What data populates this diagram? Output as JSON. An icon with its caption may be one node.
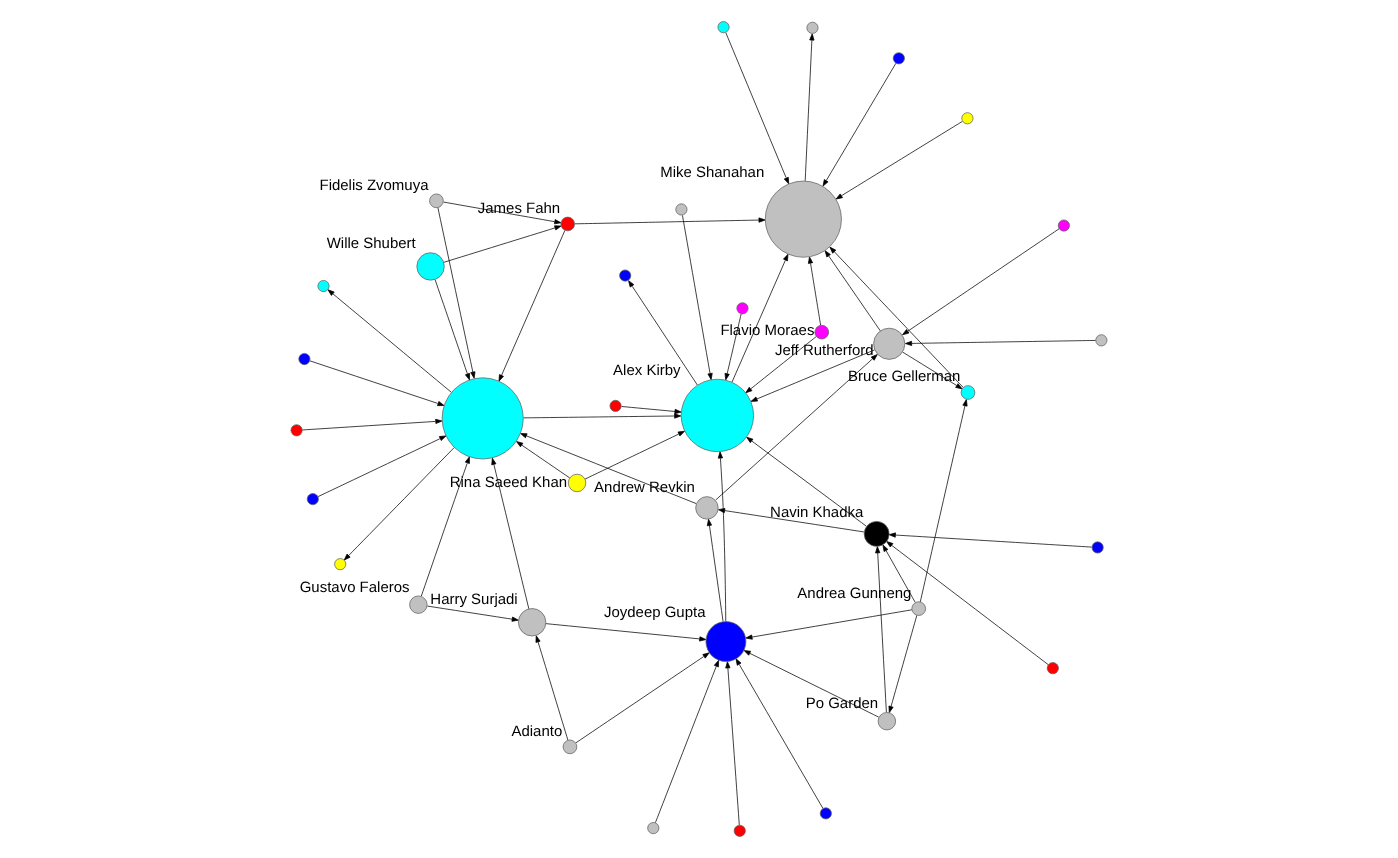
{
  "diagram": {
    "nodes": [
      {
        "text": [],
        "shape": "circle"
      },
      {
        "text": [],
        "shape": "circle",
        "beside": [
          "Wille Shubert"
        ]
      },
      {
        "text": [],
        "shape": "circle",
        "beside": [
          "James Fahn"
        ]
      },
      {
        "text": [],
        "shape": "circle",
        "beside": [
          "Fidelis Zvomuya"
        ]
      },
      {
        "text": [],
        "shape": "circle",
        "beside": [
          "Flavio Moraes"
        ]
      },
      {
        "text": [],
        "shape": "circle",
        "beside": [
          "Gustavo Faleros"
        ]
      },
      {
        "text": [],
        "shape": "circle",
        "beside": [
          "Harry Surjadi"
        ]
      },
      {
        "text": [],
        "shape": "circle",
        "beside": [
          "Alex Kirby"
        ]
      },
      {
        "text": [],
        "shape": "circle",
        "beside": [
          "Rina Saeed Khan"
        ]
      },
      {
        "text": [],
        "shape": "circle",
        "beside": [
          "Mike Shanahan"
        ]
      },
      {
        "text": [],
        "shape": "circle",
        "beside": [
          "Adianto"
        ]
      },
      {
        "text": [],
        "shape": "circle",
        "beside": [
          "Joydeep Gupta"
        ]
      },
      {
        "text": [],
        "shape": "circle",
        "beside": [
          "Andrew Revkin"
        ]
      },
      {
        "text": [],
        "shape": "circle",
        "beside": [
          "Navin Khadka"
        ]
      },
      {
        "text": [],
        "shape": "circle",
        "beside": [
          "Po Garden"
        ]
      },
      {
        "text": [],
        "shape": "circle",
        "beside": [
          "Jeff Rutherford"
        ]
      },
      {
        "text": [],
        "shape": "circle",
        "beside": [
          "Andrea Gunneng"
        ]
      },
      {
        "text": [],
        "shape": "circle",
        "beside": [
          "Bruce Gellerman"
        ]
      },
      {
        "text": [],
        "shape": "circle"
      },
      {
        "text": [],
        "shape": "circle"
      },
      {
        "text": [],
        "shape": "circle"
      },
      {
        "text": [],
        "shape": "circle"
      },
      {
        "text": [],
        "shape": "circle"
      },
      {
        "text": [],
        "shape": "circle"
      },
      {
        "text": [],
        "shape": "circle"
      },
      {
        "text": [],
        "shape": "circle"
      },
      {
        "text": [],
        "shape": "circle"
      },
      {
        "text": [],
        "shape": "circle"
      },
      {
        "text": [],
        "shape": "circle"
      },
      {
        "text": [],
        "shape": "circle"
      },
      {
        "text": [],
        "shape": "circle"
      },
      {
        "text": [],
        "shape": "circle"
      },
      {
        "text": [],
        "shape": "circle"
      },
      {
        "text": [],
        "shape": "circle"
      },
      {
        "text": [],
        "shape": "circle"
      },
      {
        "text": [],
        "shape": "circle"
      },
      {
        "text": [],
        "shape": "circle"
      },
      {
        "text": [],
        "shape": "circle"
      }
    ],
    "edges": [
      {
        "from": 1,
        "to": 0,
        "arrow": "to"
      },
      {
        "from": 2,
        "to": 0,
        "arrow": "to"
      },
      {
        "from": 3,
        "to": 0,
        "arrow": "to"
      },
      {
        "from": 5,
        "to": 0,
        "arrow": "to"
      },
      {
        "from": 6,
        "to": 0,
        "arrow": "to"
      },
      {
        "from": 8,
        "to": 0,
        "arrow": "to"
      },
      {
        "from": 12,
        "to": 0,
        "arrow": "to"
      },
      {
        "from": 18,
        "to": 0,
        "arrow": "to"
      },
      {
        "from": 19,
        "to": 0,
        "arrow": "to"
      },
      {
        "from": 20,
        "to": 0,
        "arrow": "to"
      },
      {
        "from": 4,
        "to": 7,
        "arrow": "to"
      },
      {
        "from": 8,
        "to": 7,
        "arrow": "to"
      },
      {
        "from": 11,
        "to": 7,
        "arrow": "to"
      },
      {
        "from": 13,
        "to": 7,
        "arrow": "to"
      },
      {
        "from": 15,
        "to": 7,
        "arrow": "to"
      },
      {
        "from": 21,
        "to": 7,
        "arrow": "to"
      },
      {
        "from": 22,
        "to": 7,
        "arrow": "to"
      },
      {
        "from": 23,
        "to": 7,
        "arrow": "to"
      },
      {
        "from": 2,
        "to": 9,
        "arrow": "to"
      },
      {
        "from": 4,
        "to": 9,
        "arrow": "to"
      },
      {
        "from": 7,
        "to": 9,
        "arrow": "to"
      },
      {
        "from": 15,
        "to": 9,
        "arrow": "to"
      },
      {
        "from": 17,
        "to": 9,
        "arrow": "to"
      },
      {
        "from": 24,
        "to": 9,
        "arrow": "to"
      },
      {
        "from": 25,
        "to": 9,
        "arrow": "to"
      },
      {
        "from": 26,
        "to": 9,
        "arrow": "to"
      },
      {
        "from": 6,
        "to": 11,
        "arrow": "to"
      },
      {
        "from": 10,
        "to": 11,
        "arrow": "to"
      },
      {
        "from": 14,
        "to": 11,
        "arrow": "to"
      },
      {
        "from": 16,
        "to": 11,
        "arrow": "to"
      },
      {
        "from": 27,
        "to": 11,
        "arrow": "to"
      },
      {
        "from": 28,
        "to": 11,
        "arrow": "to"
      },
      {
        "from": 29,
        "to": 11,
        "arrow": "to"
      },
      {
        "from": 14,
        "to": 13,
        "arrow": "to"
      },
      {
        "from": 16,
        "to": 13,
        "arrow": "to"
      },
      {
        "from": 30,
        "to": 13,
        "arrow": "to"
      },
      {
        "from": 31,
        "to": 13,
        "arrow": "to"
      },
      {
        "from": 12,
        "to": 15,
        "arrow": "to"
      },
      {
        "from": 32,
        "to": 15,
        "arrow": "to"
      },
      {
        "from": 33,
        "to": 15,
        "arrow": "to"
      },
      {
        "from": 16,
        "to": 17,
        "arrow": "to"
      },
      {
        "from": 15,
        "to": 17,
        "arrow": "to"
      },
      {
        "from": 0,
        "to": 34,
        "arrow": "to"
      },
      {
        "from": 0,
        "to": 35,
        "arrow": "to"
      },
      {
        "from": 7,
        "to": 36,
        "arrow": "to"
      },
      {
        "from": 9,
        "to": 37,
        "arrow": "to"
      },
      {
        "from": 11,
        "to": 12,
        "arrow": "to"
      },
      {
        "from": 13,
        "to": 12,
        "arrow": "to"
      },
      {
        "from": 0,
        "to": 7,
        "arrow": "to"
      },
      {
        "from": 5,
        "to": 6,
        "arrow": "to"
      },
      {
        "from": 1,
        "to": 2,
        "arrow": "to"
      },
      {
        "from": 3,
        "to": 2,
        "arrow": "to"
      },
      {
        "from": 10,
        "to": 6,
        "arrow": "to"
      },
      {
        "from": 16,
        "to": 14,
        "arrow": "to"
      }
    ]
  }
}
